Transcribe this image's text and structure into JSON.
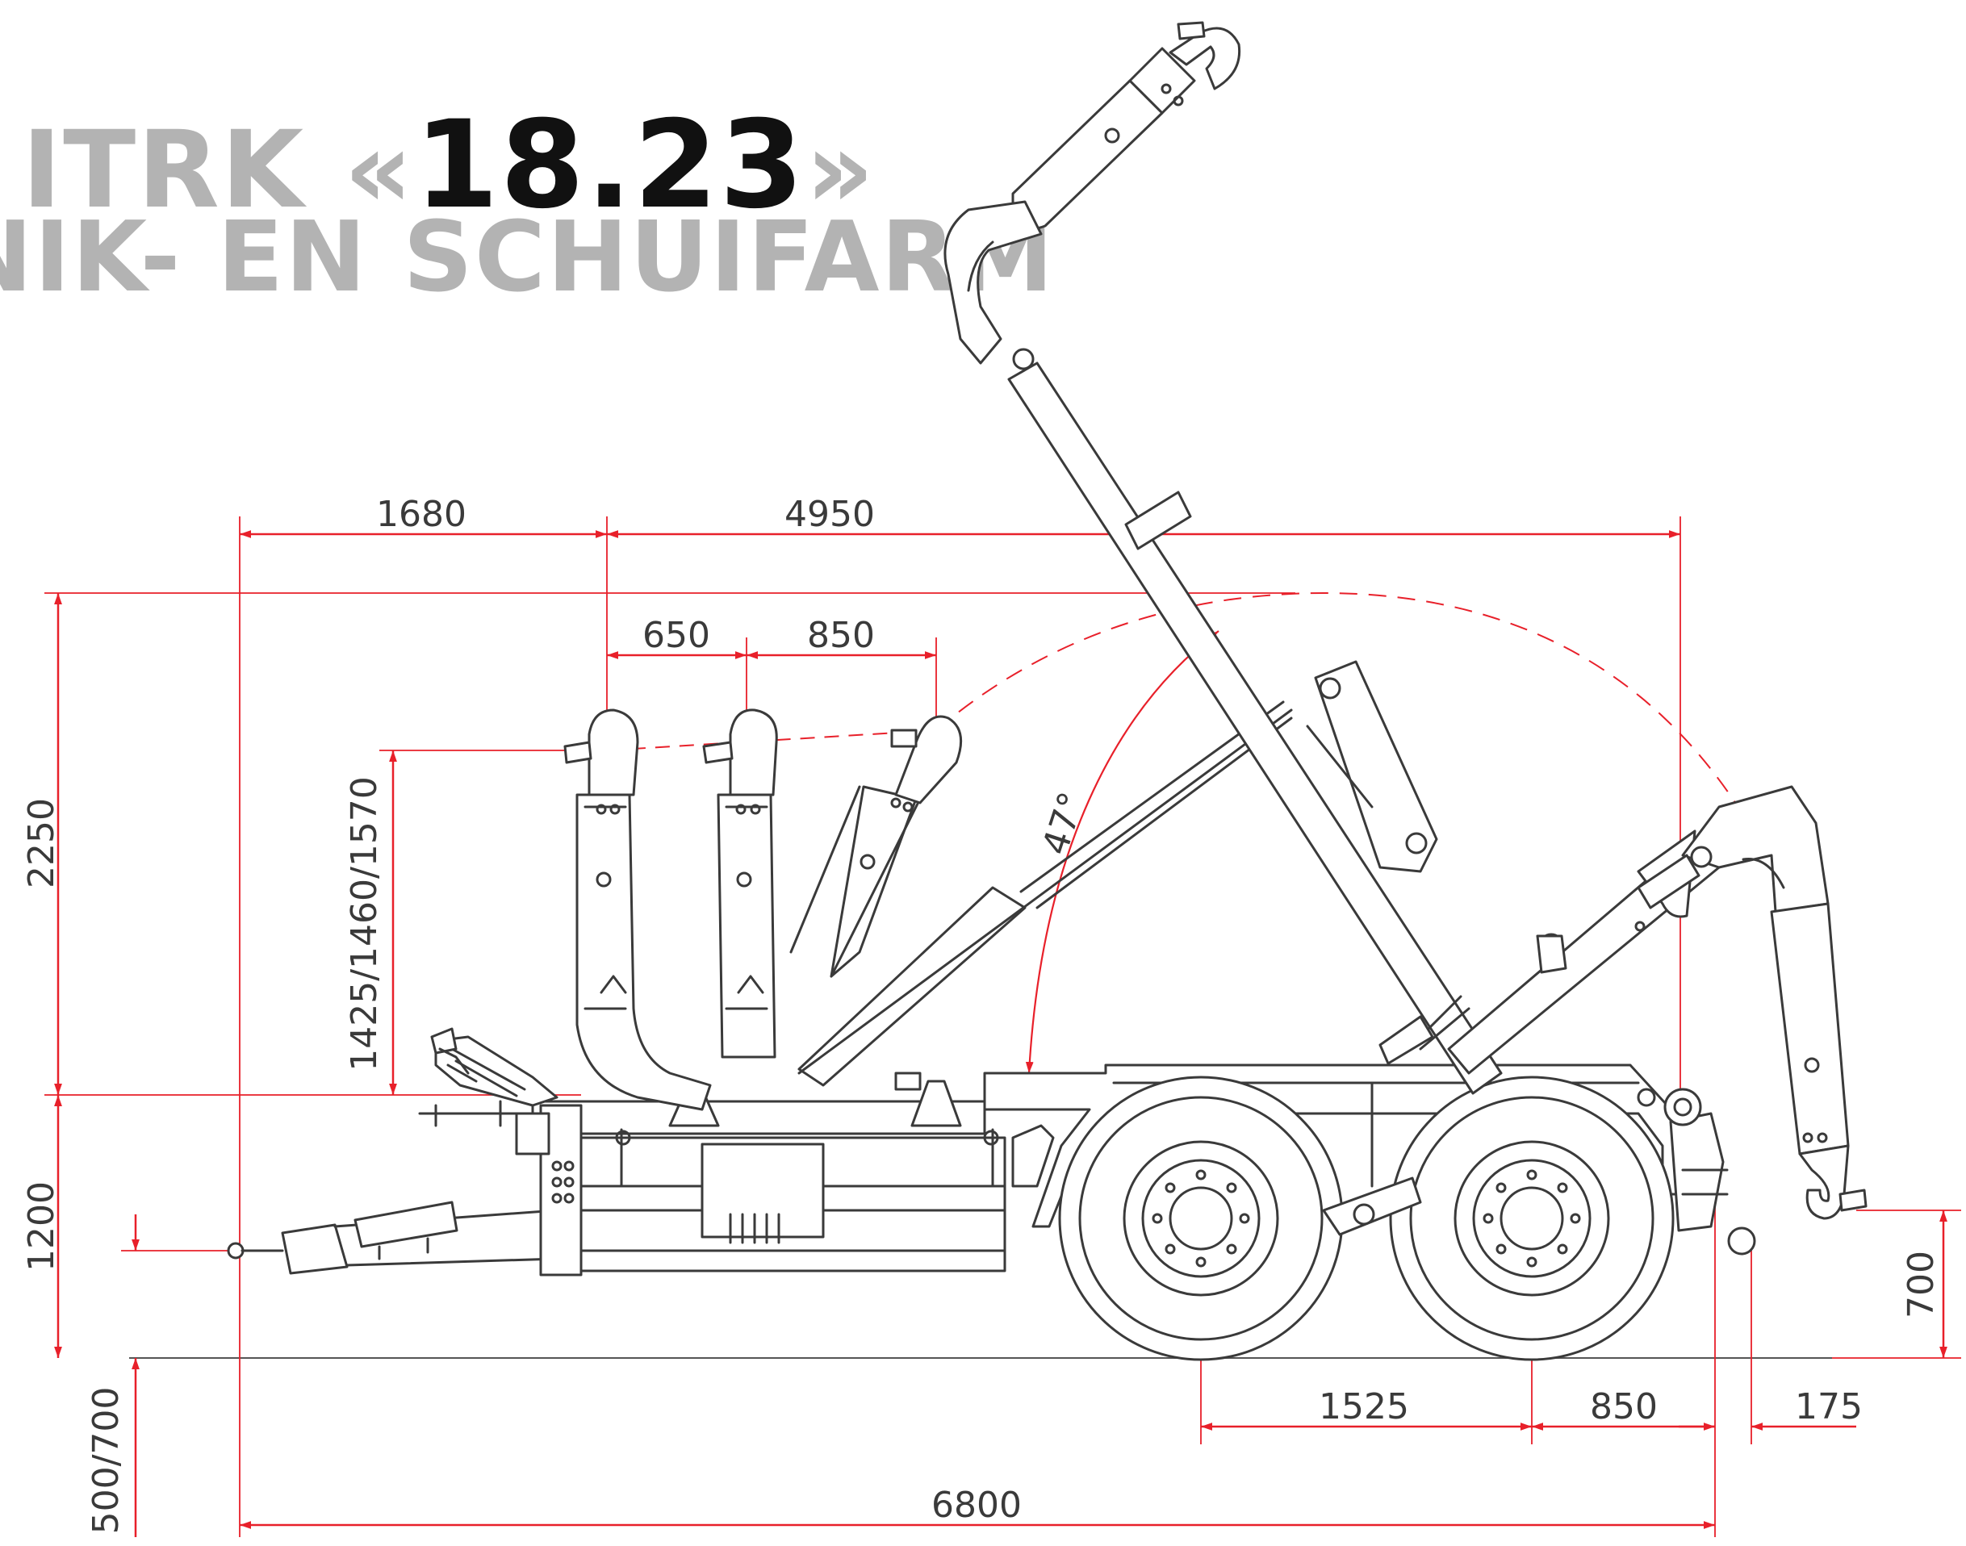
{
  "title": {
    "line1_prefix": "I ITRK «",
    "line1_model": "18.23",
    "line1_suffix": "»",
    "line2": "NIK- EN SCHUIFARM"
  },
  "dimensions": {
    "d1680": "1680",
    "d4950": "4950",
    "d650": "650",
    "d850_top": "850",
    "d2250": "2250",
    "d_hook_heights": "1425/1460/1570",
    "d1200": "1200",
    "d_drawbar": "500/700",
    "d1525": "1525",
    "d850_bottom": "850",
    "d175": "175",
    "d700": "700",
    "d6800": "6800",
    "angle": "47°"
  },
  "colors": {
    "dimension_lines": "#e8202a",
    "drawing_lines": "#3a3a3a",
    "title_grey": "#b3b3b3",
    "title_black": "#111111"
  }
}
